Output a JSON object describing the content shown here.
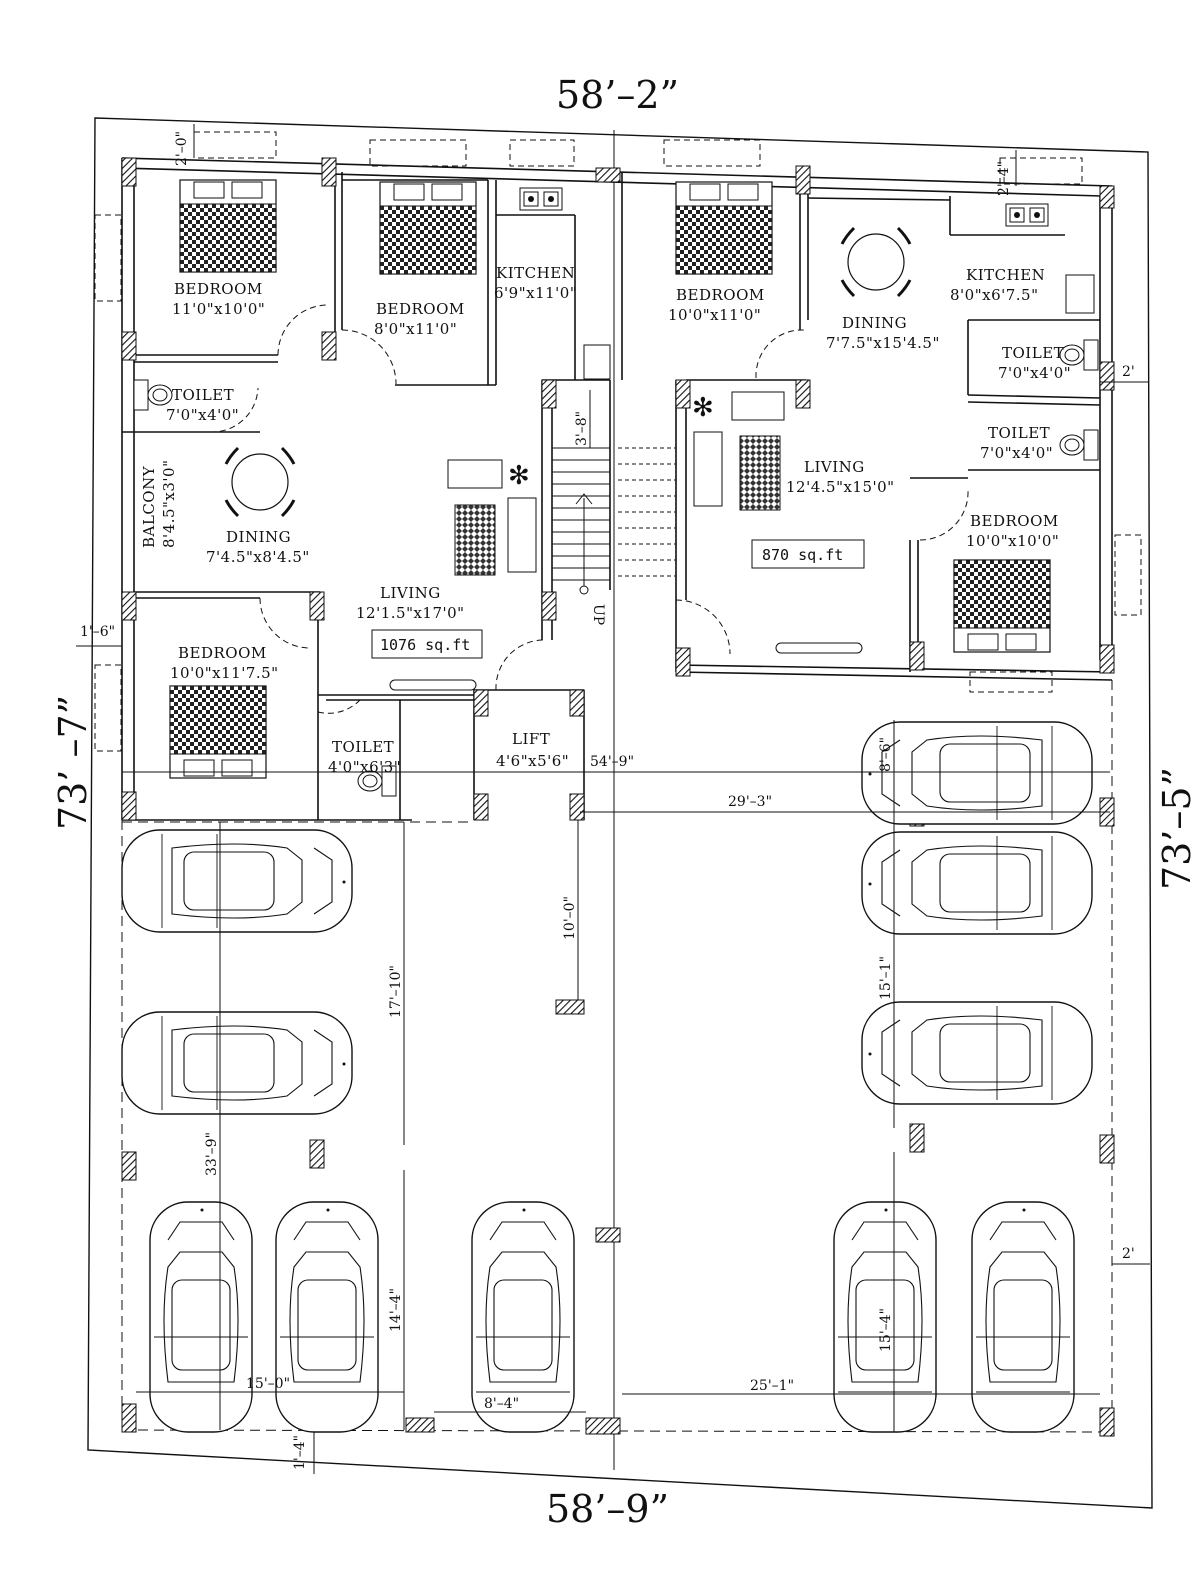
{
  "outer_dims": {
    "top": "58’–2”",
    "bottom": "58’–9”",
    "left": "73’ –7”",
    "right": "73’–5”"
  },
  "rooms": [
    {
      "id": "bedroom-1",
      "name": "BEDROOM",
      "size": "11'0\"x10'0\""
    },
    {
      "id": "bedroom-2",
      "name": "BEDROOM",
      "size": "8'0\"x11'0\""
    },
    {
      "id": "kitchen-1",
      "name": "KITCHEN",
      "size": "6'9\"x11'0\""
    },
    {
      "id": "toilet-1",
      "name": "TOILET",
      "size": "7'0\"x4'0\""
    },
    {
      "id": "balcony-1",
      "name": "BALCONY",
      "size": "8'4.5\"x3'0\""
    },
    {
      "id": "dining-1",
      "name": "DINING",
      "size": "7'4.5\"x8'4.5\""
    },
    {
      "id": "living-1",
      "name": "LIVING",
      "size": "12'1.5\"x17'0\""
    },
    {
      "id": "bedroom-3",
      "name": "BEDROOM",
      "size": "10'0\"x11'7.5\""
    },
    {
      "id": "toilet-2",
      "name": "TOILET",
      "size": "4'0\"x6'3\""
    },
    {
      "id": "lift",
      "name": "LIFT",
      "size": "4'6\"x5'6\""
    },
    {
      "id": "bedroom-4",
      "name": "BEDROOM",
      "size": "10'0\"x11'0\""
    },
    {
      "id": "dining-2",
      "name": "DINING",
      "size": "7'7.5\"x15'4.5\""
    },
    {
      "id": "kitchen-2",
      "name": "KITCHEN",
      "size": "8'0\"x6'7.5\""
    },
    {
      "id": "toilet-3",
      "name": "TOILET",
      "size": "7'0\"x4'0\""
    },
    {
      "id": "toilet-4",
      "name": "TOILET",
      "size": "7'0\"x4'0\""
    },
    {
      "id": "living-2",
      "name": "LIVING",
      "size": "12'4.5\"x15'0\""
    },
    {
      "id": "bedroom-5",
      "name": "BEDROOM",
      "size": "10'0\"x10'0\""
    }
  ],
  "areas": {
    "left": "1076  sq.ft",
    "right": "870  sq.ft"
  },
  "stairs": {
    "up_label": "UP",
    "width_dim": "3'–8\""
  },
  "dims": {
    "top_left_margin": "2'–0\"",
    "top_right_margin": "2'–4\"",
    "right_margin_top": "2'",
    "right_margin_bottom": "2'",
    "left_margin": "1'–6\"",
    "bottom_margin": "1'–4\"",
    "drive_width": "29'–3\"",
    "drive_depth": "10'–0\"",
    "parking_width": "54'–9\"",
    "left_depth": "17'–10\"",
    "left_total_depth": "33'–9\"",
    "left_lower_depth": "14'–4\"",
    "left_bottom_width": "15'–0\"",
    "middle_bottom_width": "8'–4\"",
    "right_bottom_width": "25'–1\"",
    "right_car_depth": "8'–6\"",
    "right_mid_depth": "15'–1\"",
    "right_lower_depth": "15'–4\""
  },
  "colors": {
    "line": "#111111",
    "column": "#222222",
    "background": "#ffffff"
  }
}
